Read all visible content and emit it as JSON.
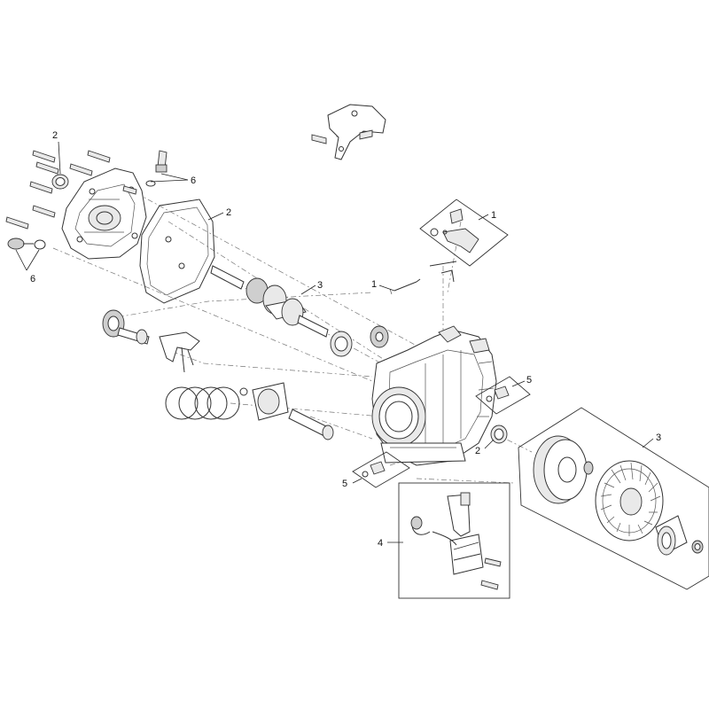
{
  "callouts": {
    "c1a": "1",
    "c1b": "1",
    "c2a": "2",
    "c2b": "2",
    "c2c": "2",
    "c3a": "3",
    "c3b": "3",
    "c4": "4",
    "c5a": "5",
    "c5b": "5",
    "c6a": "6",
    "c6b": "6"
  }
}
